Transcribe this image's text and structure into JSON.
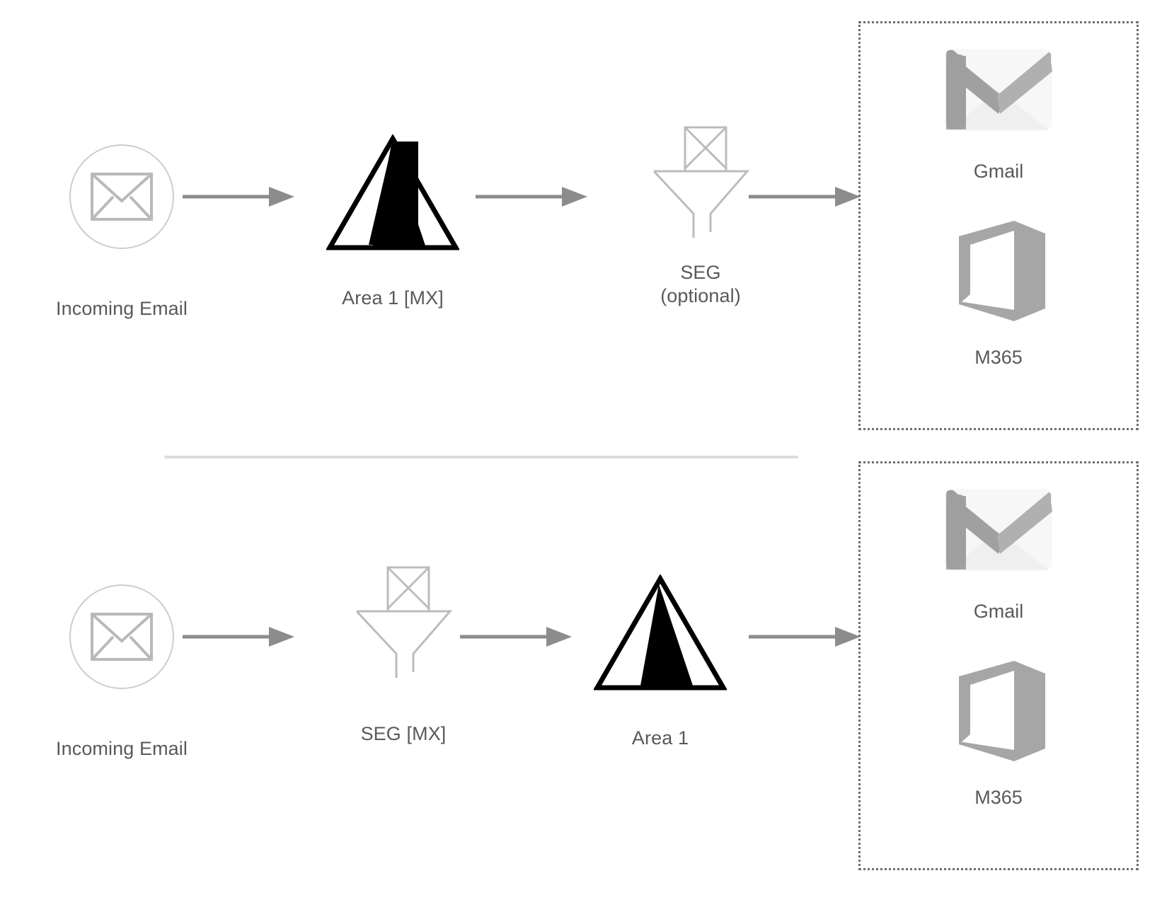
{
  "diagram": {
    "title_present": false,
    "colors": {
      "text": "#58595b",
      "arrow": "#8c8c8c",
      "outline_light": "#cdcdcd",
      "dotted_border": "#6d6e71",
      "divider": "#dcdcdc",
      "logo_gray": "#a6a6a6",
      "logo_gray_light": "#f4f4f4",
      "area1_black": "#000000"
    },
    "flows": [
      {
        "id": "flow-top",
        "nodes": [
          {
            "id": "incoming-email-top",
            "label": "Incoming Email",
            "icon": "email-in-circle-icon"
          },
          {
            "id": "area1-mx-top",
            "label": "Area 1 [MX]",
            "icon": "area1-triangle-icon"
          },
          {
            "id": "seg-optional-top",
            "label": "SEG\n(optional)",
            "icon": "seg-funnel-icon"
          }
        ],
        "arrows": 3,
        "destination_group": {
          "id": "destinations-top",
          "items": [
            {
              "id": "gmail-top",
              "label": "Gmail",
              "icon": "gmail-logo-icon"
            },
            {
              "id": "m365-top",
              "label": "M365",
              "icon": "m365-logo-icon"
            }
          ]
        }
      },
      {
        "id": "flow-bottom",
        "nodes": [
          {
            "id": "incoming-email-bottom",
            "label": "Incoming Email",
            "icon": "email-in-circle-icon"
          },
          {
            "id": "seg-mx-bottom",
            "label": "SEG [MX]",
            "icon": "seg-funnel-icon"
          },
          {
            "id": "area1-bottom",
            "label": "Area 1",
            "icon": "area1-triangle-icon"
          }
        ],
        "arrows": 3,
        "destination_group": {
          "id": "destinations-bottom",
          "items": [
            {
              "id": "gmail-bottom",
              "label": "Gmail",
              "icon": "gmail-logo-icon"
            },
            {
              "id": "m365-bottom",
              "label": "M365",
              "icon": "m365-logo-icon"
            }
          ]
        }
      }
    ]
  }
}
